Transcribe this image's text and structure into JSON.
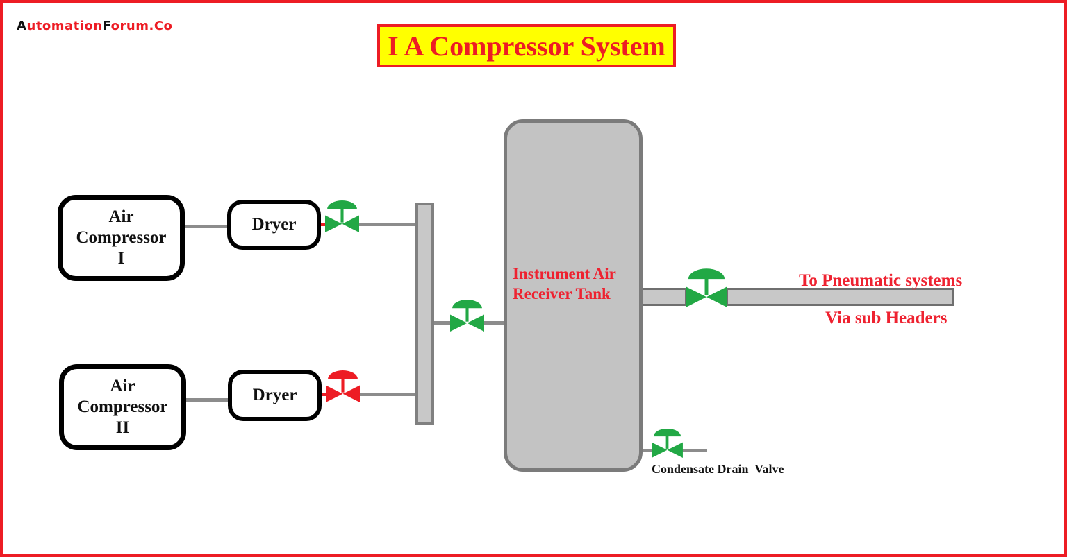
{
  "brand": {
    "seg1": "A",
    "seg2": "utomation",
    "seg3": "F",
    "seg4": "orum.Co"
  },
  "title": "I A Compressor System",
  "equipment": {
    "compressor1": {
      "lines": [
        "Air",
        "Compressor",
        "I"
      ]
    },
    "compressor2": {
      "lines": [
        "Air",
        "Compressor",
        "II"
      ]
    },
    "dryer1": {
      "label": "Dryer"
    },
    "dryer2": {
      "label": "Dryer"
    },
    "tank": {
      "lines": [
        "Instrument Air",
        "Receiver Tank"
      ]
    }
  },
  "valves": {
    "dryer1_outlet": "green",
    "dryer2_outlet": "red",
    "tank_inlet": "green",
    "tank_outlet": "green",
    "condensate_drain": "green"
  },
  "labels": {
    "outlet_line1": "To Pneumatic systems",
    "outlet_line2": "Via sub Headers",
    "condensate": "Condensate Drain  Valve"
  },
  "colors": {
    "red": "#ed1c24",
    "green": "#22a845",
    "yellow": "#ffff00",
    "line_gray": "#8c8c8c",
    "equipment_gray": "#c8c8c8",
    "border_gray": "#7b7b7b"
  }
}
